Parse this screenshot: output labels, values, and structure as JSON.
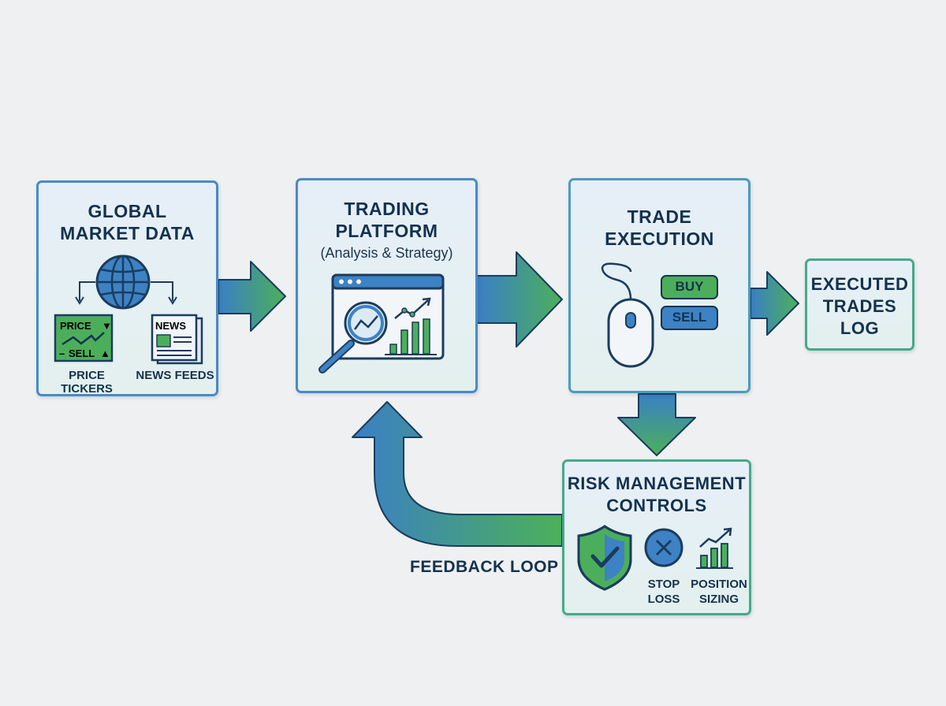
{
  "nodes": {
    "market_data": {
      "title_lines": [
        "GLOBAL",
        "MARKET DATA"
      ],
      "ticker_label": "PRICE TICKERS",
      "news_label": "NEWS FEEDS",
      "ticker_text_top": "PRICE",
      "ticker_text_bottom": "SELL",
      "news_text": "NEWS",
      "icon_globe": "globe-icon",
      "icon_ticker": "price-ticker-icon",
      "icon_news": "newspaper-icon"
    },
    "platform": {
      "title_lines": [
        "TRADING",
        "PLATFORM"
      ],
      "subtitle": "(Analysis & Strategy)",
      "icon": "analytics-window-icon"
    },
    "execution": {
      "title_lines": [
        "TRADE",
        "EXECUTION"
      ],
      "buy_label": "BUY",
      "sell_label": "SELL",
      "icon": "mouse-icon"
    },
    "log": {
      "title_lines": [
        "EXECUTED",
        "TRADES",
        "LOG"
      ]
    },
    "risk": {
      "title_lines": [
        "RISK MANAGEMENT",
        "CONTROLS"
      ],
      "stop_loss_lines": [
        "STOP",
        "LOSS"
      ],
      "position_lines": [
        "POSITION",
        "SIZING"
      ],
      "icon_shield": "shield-check-icon",
      "icon_stop": "x-circle-icon",
      "icon_position": "bar-chart-up-icon"
    }
  },
  "edges": {
    "feedback_label": "FEEDBACK LOOP"
  },
  "colors": {
    "blue": "#3a7fc5",
    "green": "#4cae5a",
    "navy": "#14324f",
    "background": "#eef0f1"
  }
}
